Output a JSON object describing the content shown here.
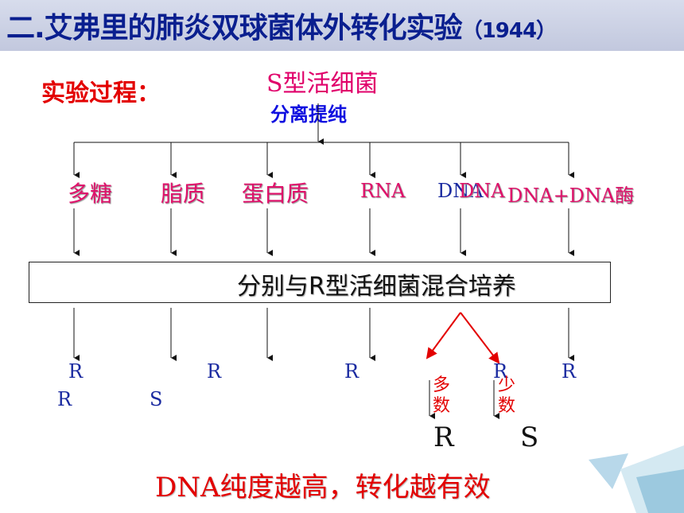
{
  "title": {
    "main": "二.艾弗里的肺炎双球菌体外转化实验",
    "year": "（1944）"
  },
  "process_label": "实验过程：",
  "source": "S型活细菌",
  "separation": "分离提纯",
  "components": {
    "polysaccharide": "多糖",
    "lipid": "脂质",
    "protein": "蛋白质",
    "rna": "RNA",
    "dna_overlap": "DNA",
    "dna": "DNA",
    "dna_enzyme": "DNA+DNA酶"
  },
  "mix_box": "分别与R型活细菌混合培养",
  "results": {
    "r1": "R",
    "r1b": "R",
    "s2": "S",
    "r3": "R",
    "r4": "R",
    "r5": "R",
    "r6": "R",
    "majority": "多数",
    "minority": "少数",
    "majority_result": "R",
    "minority_result": "S"
  },
  "conclusion": "DNA纯度越高，转化越有效"
}
